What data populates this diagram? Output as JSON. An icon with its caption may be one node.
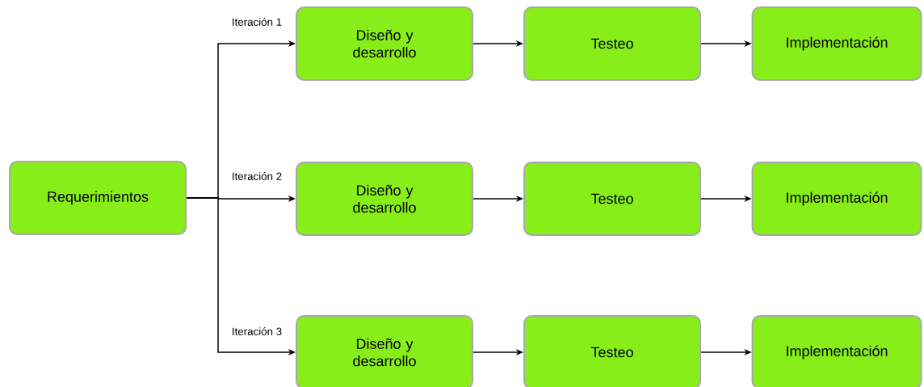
{
  "diagram": {
    "nodes": [
      {
        "text": [
          "Requerimientos"
        ]
      },
      {
        "text": [
          "Diseño y desarrollo"
        ]
      },
      {
        "text": [
          "Testeo"
        ]
      },
      {
        "text": [
          "Implementación"
        ]
      },
      {
        "text": [
          "Diseño y desarrollo"
        ]
      },
      {
        "text": [
          "Testeo"
        ]
      },
      {
        "text": [
          "Implementación"
        ]
      },
      {
        "text": [
          "Diseño y desarrollo"
        ]
      },
      {
        "text": [
          "Testeo"
        ]
      },
      {
        "text": [
          "Implementación"
        ]
      }
    ],
    "edges": [
      {
        "from": 0,
        "to": 1,
        "arrow": "to",
        "label": "Iteración 1"
      },
      {
        "from": 0,
        "to": 4,
        "arrow": "to",
        "label": "Iteración 2"
      },
      {
        "from": 0,
        "to": 7,
        "arrow": "to",
        "label": "Iteración 3"
      },
      {
        "from": 1,
        "to": 2,
        "arrow": "to"
      },
      {
        "from": 2,
        "to": 3,
        "arrow": "to"
      },
      {
        "from": 4,
        "to": 5,
        "arrow": "to"
      },
      {
        "from": 5,
        "to": 6,
        "arrow": "to"
      },
      {
        "from": 7,
        "to": 8,
        "arrow": "to"
      },
      {
        "from": 8,
        "to": 9,
        "arrow": "to"
      }
    ]
  }
}
